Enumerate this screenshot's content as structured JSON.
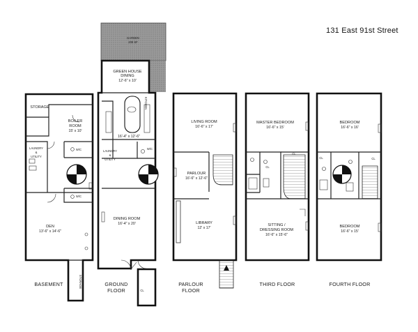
{
  "address": "131 East 91st Street",
  "floors": {
    "basement": {
      "label": "BASEMENT",
      "rooms": {
        "storage_top": "STORAGE",
        "boiler_name": "BOILER",
        "boiler_name2": "ROOM",
        "boiler_dim": "15' x 10'",
        "laundry": "LAUNDRY",
        "laundry_amp": "&",
        "laundry_util": "UTILITY",
        "wic1": "W/C",
        "wic2": "W/C",
        "den": "DEN",
        "den_dim": "13'-6\" x 14'-6\"",
        "storage_bottom": "STORAGE"
      }
    },
    "ground": {
      "label": "GROUND",
      "label2": "FLOOR",
      "rooms": {
        "garden": "GARDEN",
        "garden_area": "200 SF",
        "greenhouse": "GREEN HOUSE",
        "greenhouse_dining": "DINING",
        "greenhouse_dim": "12'-6\" x 10'",
        "kitchen": "KITCHEN",
        "kitchen_dim": "16'-4\" x 12'-6\"",
        "laundry": "LAUNDRY",
        "laundry_amp": "&",
        "laundry_util": "UTILITY",
        "wic": "W/C",
        "dining": "DINING ROOM",
        "dining_dim": "16'-4\" x 20'",
        "closet": "CL"
      }
    },
    "parlour": {
      "label": "PARLOUR",
      "label2": "FLOOR",
      "rooms": {
        "living": "LIVING ROOM",
        "living_dim": "16'-6\" x 17'",
        "parlour": "PARLOUR",
        "parlour_dim": "16'-6\" x 12'-6\"",
        "library": "LIBRARY",
        "library_dim": "12' x 17'"
      }
    },
    "third": {
      "label": "THIRD FLOOR",
      "rooms": {
        "master": "MASTER BEDROOM",
        "master_dim": "16'-6\" x 15'",
        "cl1": "CL",
        "cl2": "CL",
        "sitting": "SITTING /",
        "sitting2": "DRESSING ROOM",
        "sitting_dim": "16'-6\" x 15'-6\""
      }
    },
    "fourth": {
      "label": "FOURTH FLOOR",
      "rooms": {
        "bedroom1": "BEDROOM",
        "bedroom1_dim": "16'-6\" x 16'",
        "bedroom2": "BEDROOM",
        "bedroom2_dim": "16'-6\" x 15'",
        "cl1": "CL",
        "cl2": "CL"
      }
    }
  }
}
